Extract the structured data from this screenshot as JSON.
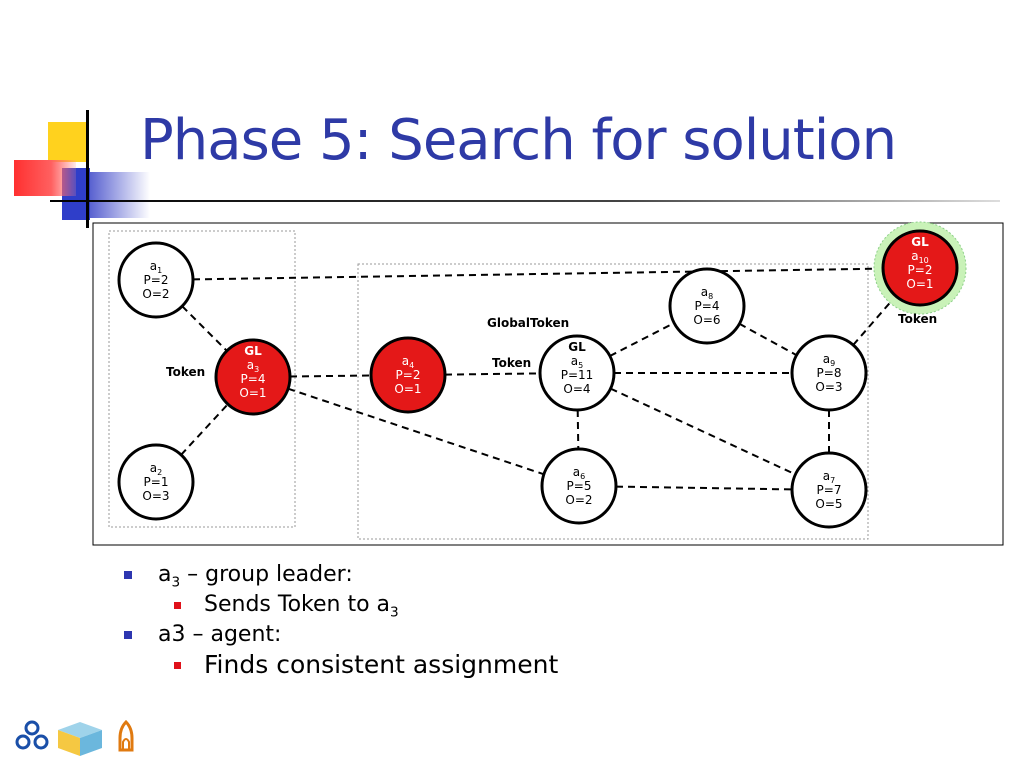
{
  "slide": {
    "title": "Phase 5: Search for solution"
  },
  "diagram": {
    "nodes": [
      {
        "id": "a1",
        "name": "a",
        "sub": "1",
        "lines": [
          "P=2",
          "O=2"
        ],
        "gl": false,
        "red": false,
        "halo": false
      },
      {
        "id": "a2",
        "name": "a",
        "sub": "2",
        "lines": [
          "P=1",
          "O=3"
        ],
        "gl": false,
        "red": false,
        "halo": false
      },
      {
        "id": "a3",
        "name": "a",
        "sub": "3",
        "lines": [
          "P=4",
          "O=1"
        ],
        "gl": true,
        "red": true,
        "halo": false
      },
      {
        "id": "a4",
        "name": "a",
        "sub": "4",
        "lines": [
          "P=2",
          "O=1"
        ],
        "gl": false,
        "red": true,
        "halo": false
      },
      {
        "id": "a5",
        "name": "a",
        "sub": "5",
        "lines": [
          "P=11",
          "O=4"
        ],
        "gl": true,
        "red": false,
        "halo": false
      },
      {
        "id": "a6",
        "name": "a",
        "sub": "6",
        "lines": [
          "P=5",
          "O=2"
        ],
        "gl": false,
        "red": false,
        "halo": false
      },
      {
        "id": "a7",
        "name": "a",
        "sub": "7",
        "lines": [
          "P=7",
          "O=5"
        ],
        "gl": false,
        "red": false,
        "halo": false
      },
      {
        "id": "a8",
        "name": "a",
        "sub": "8",
        "lines": [
          "P=4",
          "O=6"
        ],
        "gl": false,
        "red": false,
        "halo": false
      },
      {
        "id": "a9",
        "name": "a",
        "sub": "9",
        "lines": [
          "P=8",
          "O=3"
        ],
        "gl": false,
        "red": false,
        "halo": false
      },
      {
        "id": "a10",
        "name": "a",
        "sub": "10",
        "lines": [
          "P=2",
          "O=1"
        ],
        "gl": true,
        "red": true,
        "halo": true
      }
    ],
    "gl_label": "GL",
    "edges": [
      [
        "a1",
        "a3"
      ],
      [
        "a2",
        "a3"
      ],
      [
        "a1",
        "a10"
      ],
      [
        "a3",
        "a4"
      ],
      [
        "a3",
        "a6"
      ],
      [
        "a4",
        "a5"
      ],
      [
        "a5",
        "a8"
      ],
      [
        "a5",
        "a9"
      ],
      [
        "a5",
        "a6"
      ],
      [
        "a5",
        "a7"
      ],
      [
        "a6",
        "a7"
      ],
      [
        "a8",
        "a9"
      ],
      [
        "a9",
        "a7"
      ],
      [
        "a9",
        "a10"
      ]
    ],
    "labels": [
      {
        "id": "token-a3",
        "text": "Token"
      },
      {
        "id": "token-a5",
        "text": "Token"
      },
      {
        "id": "globaltoken",
        "text": "GlobalToken"
      },
      {
        "id": "token-a10",
        "text": "Token"
      }
    ]
  },
  "bullets": [
    {
      "level": 1,
      "text": "a",
      "sub": "3",
      "rest": " – group leader:"
    },
    {
      "level": 2,
      "text": "Sends Token to a",
      "sub": "3",
      "rest": ""
    },
    {
      "level": 1,
      "text": "a3 – agent:",
      "sub": "",
      "rest": ""
    },
    {
      "level": 2,
      "text": "Finds consistent assignment",
      "sub": "",
      "rest": ""
    }
  ],
  "colors": {
    "title": "#2e3aa6",
    "node_red": "#e41818",
    "halo": "#c9f2b8",
    "bullet_level1": "#2d36b0",
    "bullet_level2": "#e0111a"
  },
  "icons": [
    "network-logo-icon",
    "cube-logo-icon",
    "flame-logo-icon"
  ]
}
